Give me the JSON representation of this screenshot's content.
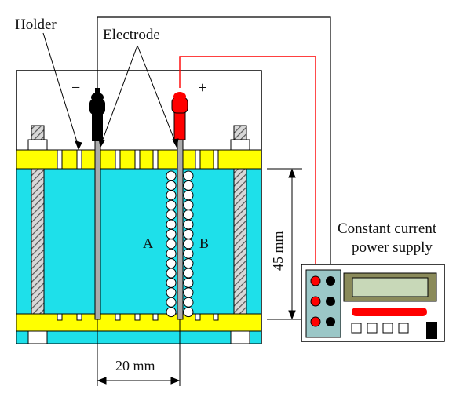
{
  "labels": {
    "holder": "Holder",
    "electrode": "Electrode",
    "minus": "−",
    "plus": "+",
    "region_a": "A",
    "region_b": "B",
    "height": "45 mm",
    "spacing": "20 mm",
    "power_supply_line1": "Constant current",
    "power_supply_line2": "power supply"
  },
  "colors": {
    "liquid": "#1ee0ea",
    "plate": "#ffff00",
    "positive_clip": "#ff0000",
    "negative_clip": "#000000",
    "positive_wire": "#ff0000",
    "device_panel": "#9bc7c7",
    "display": "#c8d8b8"
  }
}
